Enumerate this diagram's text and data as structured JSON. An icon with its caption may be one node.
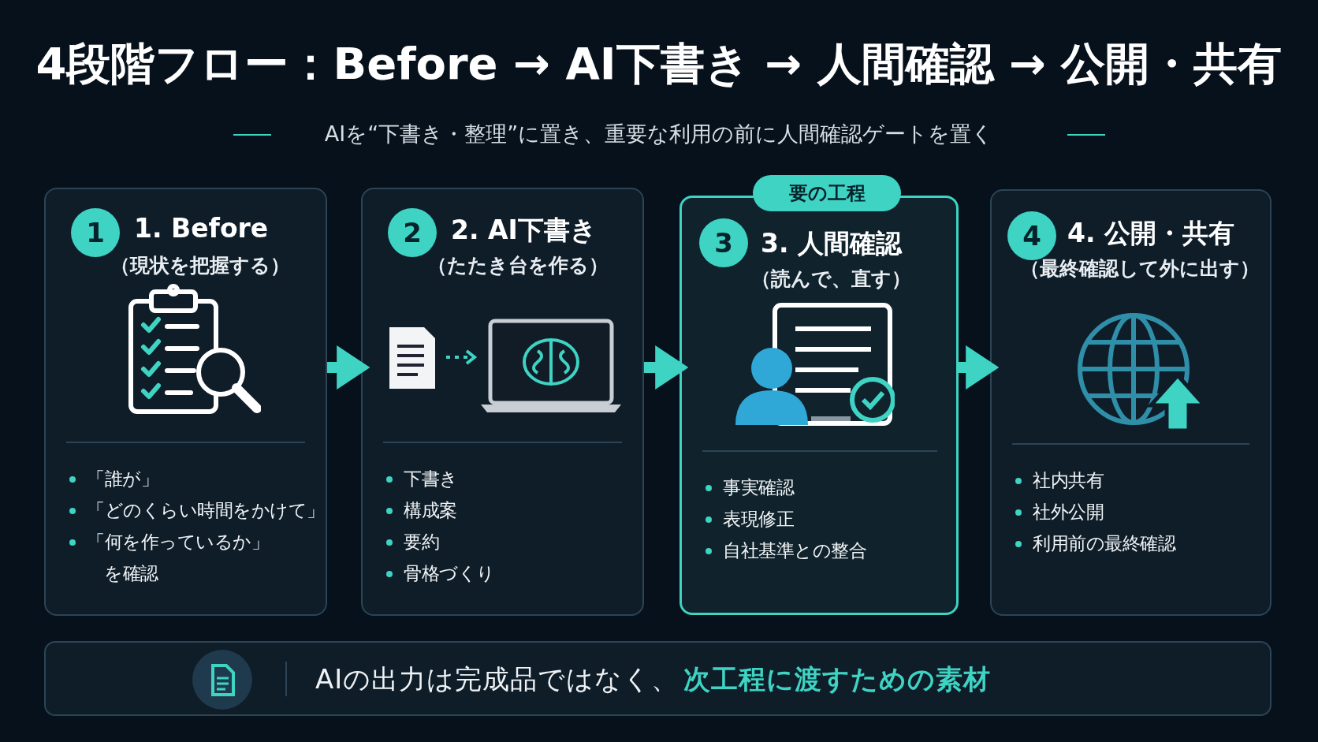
{
  "diagram": {
    "title": "4段階フロー：Before → AI下書き → 人間確認 → 公開・共有",
    "nodes": [
      {
        "text": [
          "1. Before",
          "（現状を把握する）",
          "「誰が」",
          "「どのくらい時間をかけて」",
          "「何を作っているか」",
          "を確認"
        ]
      },
      {
        "text": [
          "1"
        ],
        "in": 0
      },
      {
        "text": [
          "2. AI下書き",
          "（たたき台を作る）",
          "下書き",
          "構成案",
          "要約",
          "骨格づくり"
        ]
      },
      {
        "text": [
          "2"
        ],
        "in": 2
      },
      {
        "text": [
          "要の工程"
        ]
      },
      {
        "text": [
          "3. 人間確認",
          "（読んで、直す）",
          "事実確認",
          "表現修正",
          "自社基準との整合"
        ]
      },
      {
        "text": [
          "3"
        ],
        "in": 5
      },
      {
        "text": [
          "4. 公開・共有",
          "（最終確認して外に出す）",
          "社内共有",
          "社外公開",
          "利用前の最終確認"
        ]
      },
      {
        "text": [
          "4"
        ],
        "in": 7
      },
      {
        "text": [
          "AIの出力は完成品ではなく、",
          "次工程に渡すための素材"
        ]
      }
    ],
    "edges": [
      {
        "from": 0,
        "to": 2,
        "arrow": "to"
      },
      {
        "from": 2,
        "to": 5,
        "arrow": "to"
      },
      {
        "from": 5,
        "to": 7,
        "arrow": "to"
      }
    ],
    "labels": [
      "AIを“下書き・整理”に置き、重要な利用の前に人間確認ゲートを置く"
    ]
  }
}
